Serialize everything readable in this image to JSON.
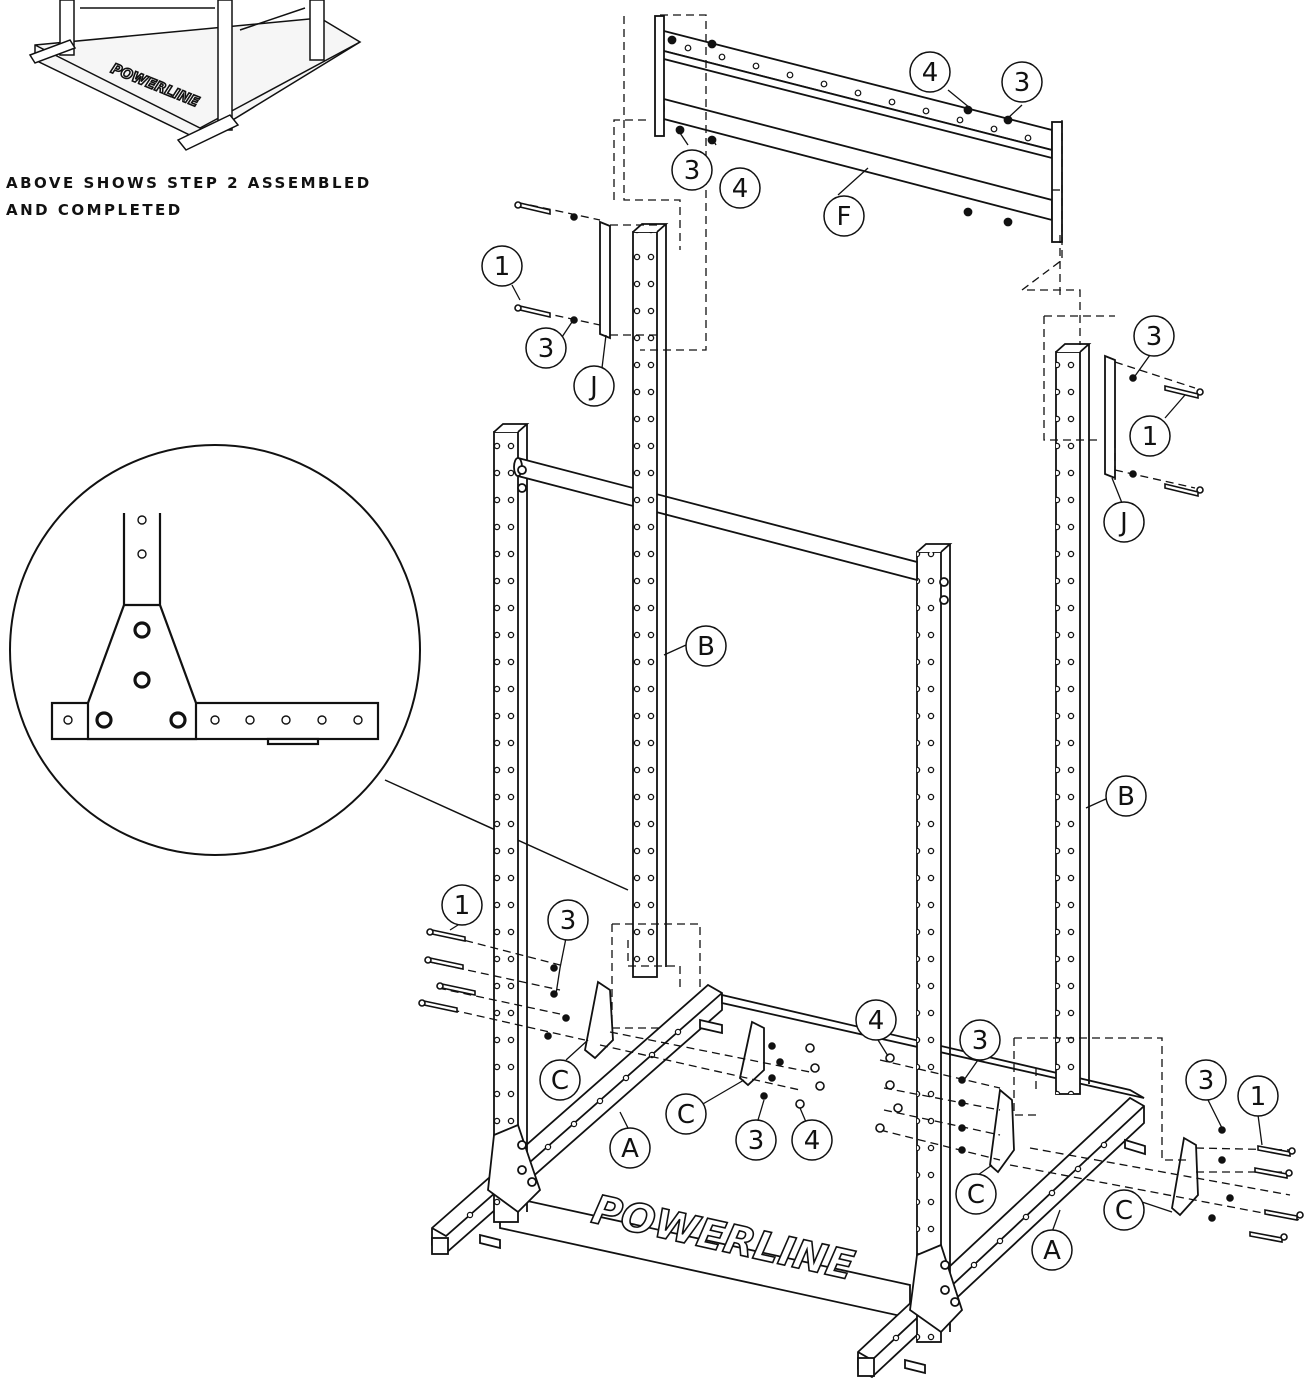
{
  "caption": {
    "line1": "ABOVE SHOWS STEP 2 ASSEMBLED",
    "line2": "AND COMPLETED"
  },
  "brand": "POWERLINE",
  "callouts": {
    "hw1": "1",
    "hw3": "3",
    "hw4": "4",
    "partA": "A",
    "partB": "B",
    "partC": "C",
    "partF": "F",
    "partJ": "J"
  }
}
